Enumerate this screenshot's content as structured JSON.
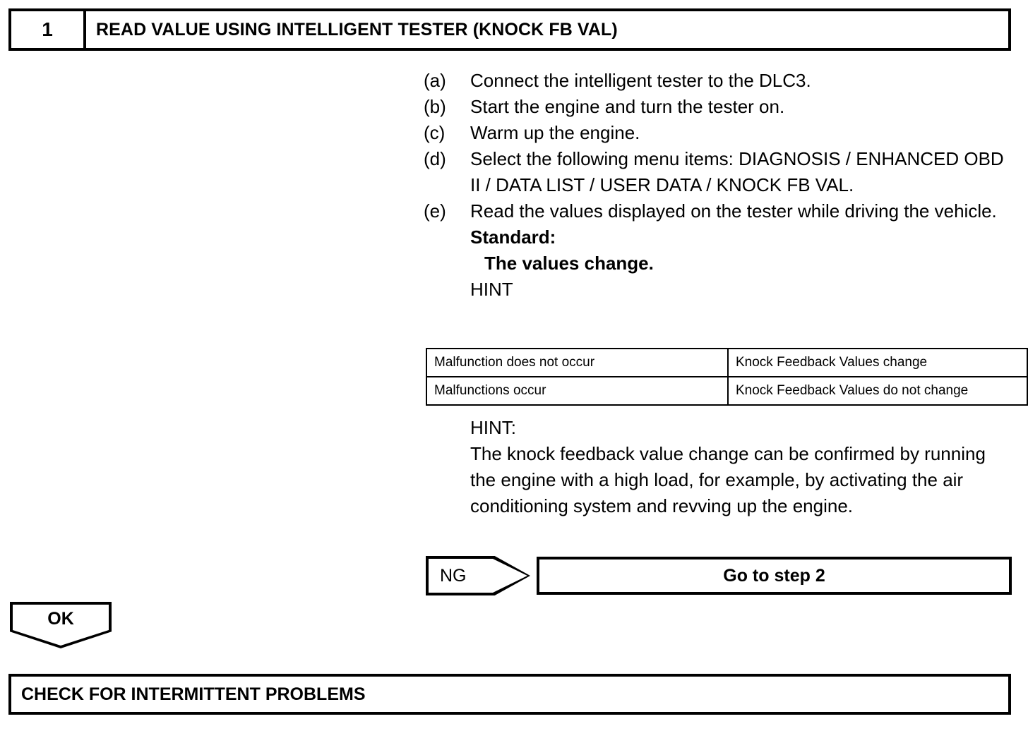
{
  "step": {
    "number": "1",
    "title": "READ VALUE USING INTELLIGENT TESTER (KNOCK FB VAL)"
  },
  "procedure": [
    {
      "label": "(a)",
      "text": "Connect the intelligent tester to the DLC3."
    },
    {
      "label": "(b)",
      "text": "Start the engine and turn the tester on."
    },
    {
      "label": "(c)",
      "text": "Warm up the engine."
    },
    {
      "label": "(d)",
      "text": "Select the following menu items: DIAGNOSIS / ENHANCED OBD II / DATA LIST / USER DATA / KNOCK FB VAL."
    },
    {
      "label": "(e)",
      "text": "Read the values displayed on the tester while driving the vehicle."
    }
  ],
  "standard": {
    "label": "Standard:",
    "value": "The values change.",
    "hint_label": "HINT"
  },
  "hint_table": {
    "rows": [
      {
        "condition": "Malfunction does not occur",
        "result": "Knock Feedback Values change"
      },
      {
        "condition": "Malfunctions occur",
        "result": "Knock Feedback Values do not change"
      }
    ]
  },
  "hint_note": {
    "label": "HINT:",
    "text": "The knock feedback value change can be confirmed by running the engine with a high load, for example, by activating the air conditioning system and revving up the engine."
  },
  "branches": {
    "ng_label": "NG",
    "ng_target": "Go to step 2",
    "ok_label": "OK",
    "ok_target": "CHECK FOR INTERMITTENT PROBLEMS"
  }
}
